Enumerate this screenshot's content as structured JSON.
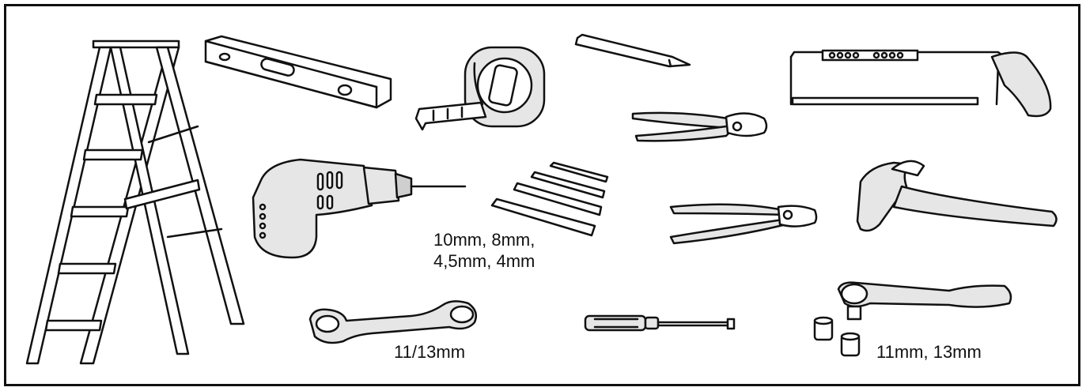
{
  "labels": {
    "drill_bit_sizes_line1": "10mm, 8mm,",
    "drill_bit_sizes_line2": "4,5mm, 4mm",
    "wrench_size": "11/13mm",
    "socket_sizes": "11mm, 13mm"
  },
  "colors": {
    "outline": "#111111",
    "fill_light": "#e6e6e6",
    "fill_mid": "#cfcfcf",
    "fill_white": "#ffffff"
  }
}
